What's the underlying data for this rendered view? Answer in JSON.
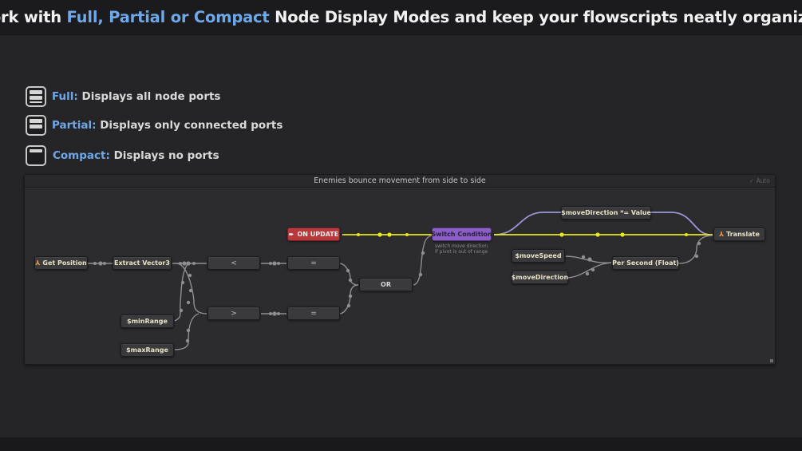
{
  "header": {
    "title_prefix": "Work with ",
    "title_highlight": "Full, Partial or Compact",
    "title_suffix": " Node Display Modes and keep your flowscripts neatly organized"
  },
  "modes": [
    {
      "key": "Full:",
      "description": " Displays all node ports",
      "icon": "full-mode-icon"
    },
    {
      "key": "Partial:",
      "description": " Displays only connected ports",
      "icon": "partial-mode-icon"
    },
    {
      "key": "Compact:",
      "description": " Displays no ports",
      "icon": "compact-mode-icon"
    }
  ],
  "graph": {
    "title": "Enemies bounce movement from side to side",
    "auto_label": "✓ Auto",
    "nodes": {
      "get_position": "Get Position",
      "extract_vector3": "Extract Vector3",
      "less_than": "<",
      "greater_than": ">",
      "equals_top": "=",
      "equals_bottom": "=",
      "min_range": "$minRange",
      "max_range": "$maxRange",
      "or": "OR",
      "on_update": "ON UPDATE",
      "switch_condition": "Switch Condition",
      "switch_comment_line1": "switch move direction",
      "switch_comment_line2": "if pivot is out of range",
      "move_direction_multiply": "$moveDirection *= Value",
      "move_speed": "$moveSpeed",
      "move_direction": "$moveDirection",
      "per_second": "Per Second (Float)",
      "translate": "Translate"
    }
  },
  "colors": {
    "accent_blue": "#6ea8e8",
    "flow_yellow": "#e8e81a",
    "event_red": "#b8393c",
    "condition_purple": "#8a5ec6",
    "value_wire": "#8e8e90",
    "lavender_wire": "#9a96d6"
  }
}
